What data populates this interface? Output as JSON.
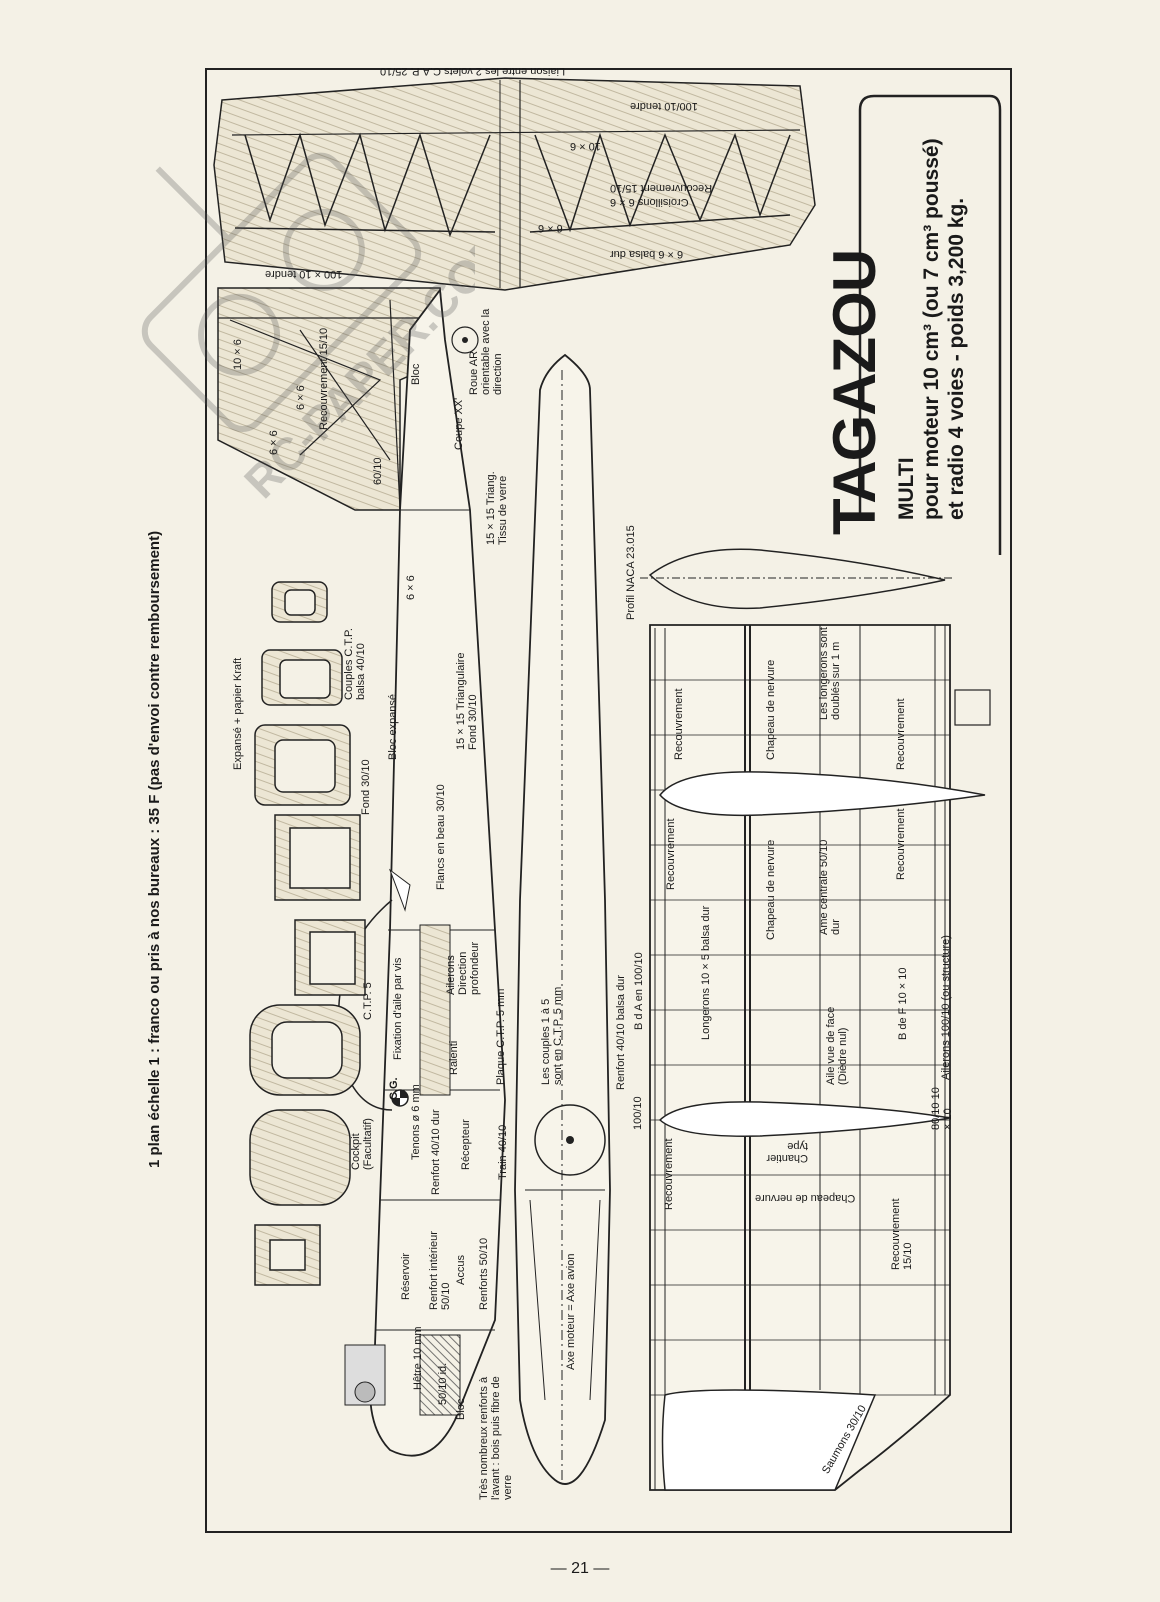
{
  "heading": "1 plan échelle 1 : franco ou pris à nos bureaux : 35 F (pas d'envoi contre remboursement)",
  "title": {
    "name": "TAGAZOU",
    "line1": "MULTI",
    "line2": "pour moteur 10 cm³ (ou 7 cm³ poussé)",
    "line3": "et radio 4 voies - poids 3,200 kg."
  },
  "watermark": "RC-PAPER.COM",
  "page_number": "— 21 —",
  "tail_labels": {
    "liaison": "Liaison entre les 2 volets C.A.P. 25/10",
    "tendre_top": "100/10 tendre",
    "tendre_bottom": "100 × 10 tendre",
    "croisillons": "Croisillons 6 × 6",
    "recouvrement_tail": "Recouvrement 15/10",
    "six_by_six_a": "10 × 6",
    "six_by_six_b": "6 × 6",
    "balsa_dur": "6 × 6 balsa dur",
    "fin_10x6": "10 × 6",
    "fin_6x6": "6 × 6",
    "fin_6x6_b": "6 × 6",
    "fin_recouvrement": "Recouvrement 15/10",
    "fin_6010": "60/10",
    "bloc": "Bloc",
    "roue": "Roue AR orientable avec la direction",
    "coupe": "Coupe XX'",
    "triang": "15 × 15 Triang. Tissu de verre"
  },
  "fuselage_labels": {
    "expanse": "Expansé + papier Kraft",
    "couples": "Couples C.T.P. balsa 40/10",
    "fond": "Fond 30/10",
    "bloc_expanse": "Bloc expansé",
    "six": "6 × 6",
    "flancs": "Flancs en beau 30/10",
    "triangulaire": "15 × 15 Triangulaire Fond 30/10",
    "ctp5": "C.T.P. 5",
    "fixation": "Fixation d'aile par vis",
    "ailerons": "Ailerons Direction profondeur",
    "ralenti": "Ralenti",
    "plaque": "Plaque C.T.P. 5 mm",
    "cg": "C.G.",
    "cockpit": "Cockpit (Facultatif)",
    "tenons": "Tenons ø 6 mm",
    "renfort4010": "Renfort 40/10 dur",
    "recepteur": "Récepteur",
    "train": "Train 40/10",
    "reservoir": "Réservoir",
    "renfort_int": "Renfort intérieur 50/10",
    "accus": "Accus",
    "renforts": "Renforts 50/10",
    "hetre": "Hêtre 10 mm",
    "id": "50/10 id.",
    "bloc2": "Bloc",
    "nombreux": "Très nombreux renforts à l'avant : bois puis fibre de verre",
    "couples_ctp": "Les couples 1 à 5 sont en C.T.P. 5 mm",
    "axe": "Axe moteur = Axe avion"
  },
  "wing_labels": {
    "profil": "Profil NACA 23.015",
    "renfort": "Renfort 40/10 balsa dur",
    "bda": "B d A en 100/10",
    "longerons": "Longerons 10 × 5 balsa dur",
    "aile_face": "Aile vue de face (Dièdre nul)",
    "bdf": "B de F 10 × 10",
    "ailerons": "Ailerons 100/10 (ou structure)",
    "recouvrement1": "Recouvrement",
    "recouvrement2": "Recouvrement",
    "recouvrement3": "Recouvrement",
    "recouvrement4": "Recouvrement",
    "recouvrement5": "Recouvrement",
    "recouvrement_1510": "Recouvrement 15/10",
    "chapeau1": "Chapeau de nervure",
    "chapeau2": "Chapeau de nervure",
    "chapeau3": "Chapeau de nervure",
    "ame": "Ame centrale 50/10 dur",
    "longerons_doubles": "Les longerons sont doublés sur 1 m",
    "chantier": "Chantier type",
    "cent": "100/10",
    "quatre_vingt": "80/10 10 × 10",
    "saumons": "Saumons 30/10"
  }
}
